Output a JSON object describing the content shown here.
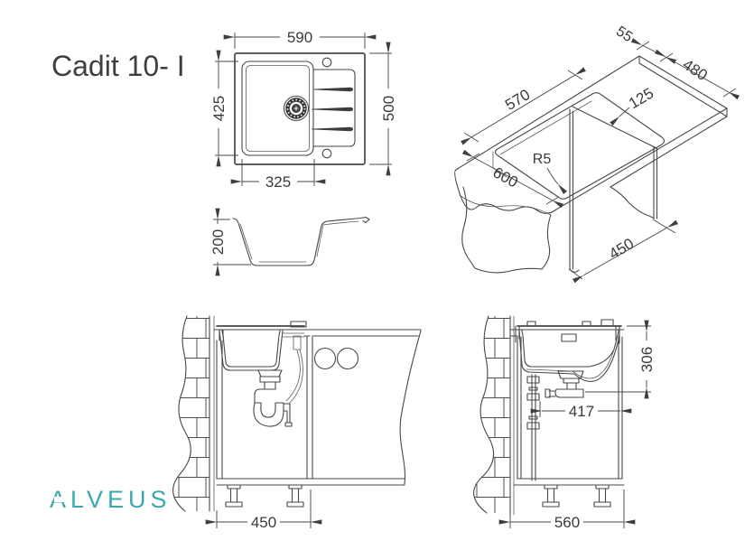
{
  "title": "Cadit 10- I",
  "brand": {
    "name": "ALVEUS",
    "color": "#3AA8AC"
  },
  "line_color": "#474747",
  "views": {
    "top": {
      "name": "top view",
      "overall_width": "590",
      "overall_depth": "500",
      "bowl_length": "425",
      "bowl_width": "325"
    },
    "profile": {
      "name": "depth section",
      "bowl_depth": "200"
    },
    "isometric": {
      "name": "worktop cutout view",
      "edge_distance": "55",
      "cutout_depth": "480",
      "cutout_width": "570",
      "side_distance": "125",
      "corner_radius": "R5",
      "worktop_depth": "600",
      "cabinet_width": "450"
    },
    "install_side": {
      "name": "cabinet side section",
      "cabinet_width": "450"
    },
    "install_front": {
      "name": "cabinet front section",
      "outlet_height": "306",
      "outlet_offset": "417",
      "cabinet_width": "560"
    }
  }
}
